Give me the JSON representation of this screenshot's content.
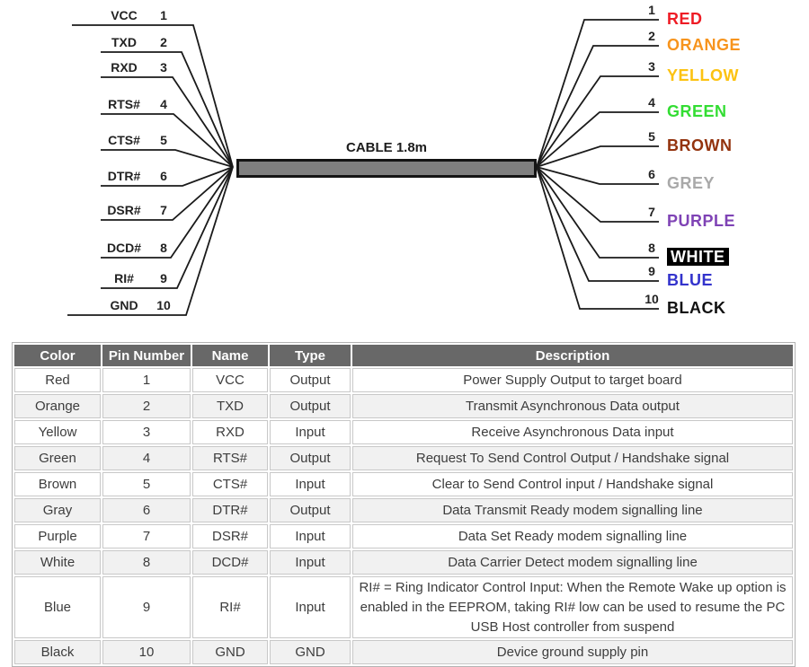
{
  "diagram": {
    "cable_label": "CABLE 1.8m",
    "wire_color": "#1a1a1a",
    "cable_fill": "#7f7f7f",
    "left_pins": [
      {
        "label": "VCC",
        "number": "1"
      },
      {
        "label": "TXD",
        "number": "2"
      },
      {
        "label": "RXD",
        "number": "3"
      },
      {
        "label": "RTS#",
        "number": "4"
      },
      {
        "label": "CTS#",
        "number": "5"
      },
      {
        "label": "DTR#",
        "number": "6"
      },
      {
        "label": "DSR#",
        "number": "7"
      },
      {
        "label": "DCD#",
        "number": "8"
      },
      {
        "label": "RI#",
        "number": "9"
      },
      {
        "label": "GND",
        "number": "10"
      }
    ],
    "right_pins": [
      {
        "number": "1",
        "label": "RED",
        "color": "#ee1c25"
      },
      {
        "number": "2",
        "label": "ORANGE",
        "color": "#f7941d"
      },
      {
        "number": "3",
        "label": "YELLOW",
        "color": "#fcc211"
      },
      {
        "number": "4",
        "label": "GREEN",
        "color": "#33dd33"
      },
      {
        "number": "5",
        "label": "BROWN",
        "color": "#93330e"
      },
      {
        "number": "6",
        "label": "GREY",
        "color": "#a9a9a9"
      },
      {
        "number": "7",
        "label": "PURPLE",
        "color": "#7f43b5"
      },
      {
        "number": "8",
        "label": "WHITE",
        "color": "#ffffff",
        "bg": "#000000"
      },
      {
        "number": "9",
        "label": "BLUE",
        "color": "#3333cc"
      },
      {
        "number": "10",
        "label": "BLACK",
        "color": "#111111"
      }
    ]
  },
  "table": {
    "header_bg": "#686868",
    "stripe_color": "#f1f1f1",
    "headers": [
      "Color",
      "Pin Number",
      "Name",
      "Type",
      "Description"
    ],
    "rows": [
      [
        "Red",
        "1",
        "VCC",
        "Output",
        "Power Supply Output to target board"
      ],
      [
        "Orange",
        "2",
        "TXD",
        "Output",
        "Transmit Asynchronous Data output"
      ],
      [
        "Yellow",
        "3",
        "RXD",
        "Input",
        "Receive Asynchronous Data input"
      ],
      [
        "Green",
        "4",
        "RTS#",
        "Output",
        "Request To Send Control Output / Handshake signal"
      ],
      [
        "Brown",
        "5",
        "CTS#",
        "Input",
        "Clear to Send Control input / Handshake signal"
      ],
      [
        "Gray",
        "6",
        "DTR#",
        "Output",
        "Data Transmit Ready modem signalling line"
      ],
      [
        "Purple",
        "7",
        "DSR#",
        "Input",
        "Data Set Ready modem signalling line"
      ],
      [
        "White",
        "8",
        "DCD#",
        "Input",
        "Data Carrier Detect modem signalling line"
      ],
      [
        "Blue",
        "9",
        "RI#",
        "Input",
        "RI# = Ring Indicator Control Input: When the Remote Wake up option is enabled in the EEPROM, taking RI# low can be used to resume the PC USB Host controller from suspend"
      ],
      [
        "Black",
        "10",
        "GND",
        "GND",
        "Device ground supply pin"
      ]
    ]
  }
}
